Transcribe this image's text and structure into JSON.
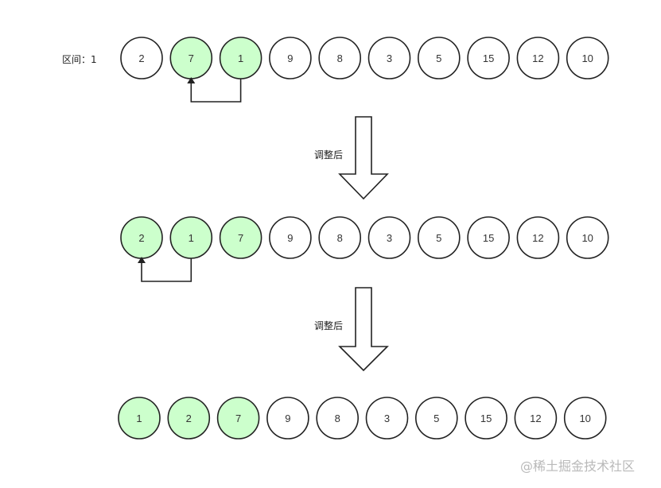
{
  "diagram": {
    "interval_label": "区间：1",
    "step_label": "调整后",
    "colors": {
      "highlight_fill": "#ccffcc",
      "node_fill": "#ffffff",
      "stroke": "#222222"
    },
    "rows": [
      {
        "values": [
          "2",
          "7",
          "1",
          "9",
          "8",
          "3",
          "5",
          "15",
          "12",
          "10"
        ],
        "highlighted": [
          1,
          2
        ],
        "arrow_from": 2,
        "arrow_to": 1
      },
      {
        "values": [
          "2",
          "1",
          "7",
          "9",
          "8",
          "3",
          "5",
          "15",
          "12",
          "10"
        ],
        "highlighted": [
          0,
          1,
          2
        ],
        "arrow_from": 1,
        "arrow_to": 0
      },
      {
        "values": [
          "1",
          "2",
          "7",
          "9",
          "8",
          "3",
          "5",
          "15",
          "12",
          "10"
        ],
        "highlighted": [
          0,
          1,
          2
        ]
      }
    ]
  },
  "watermark": "@稀土掘金技术社区"
}
